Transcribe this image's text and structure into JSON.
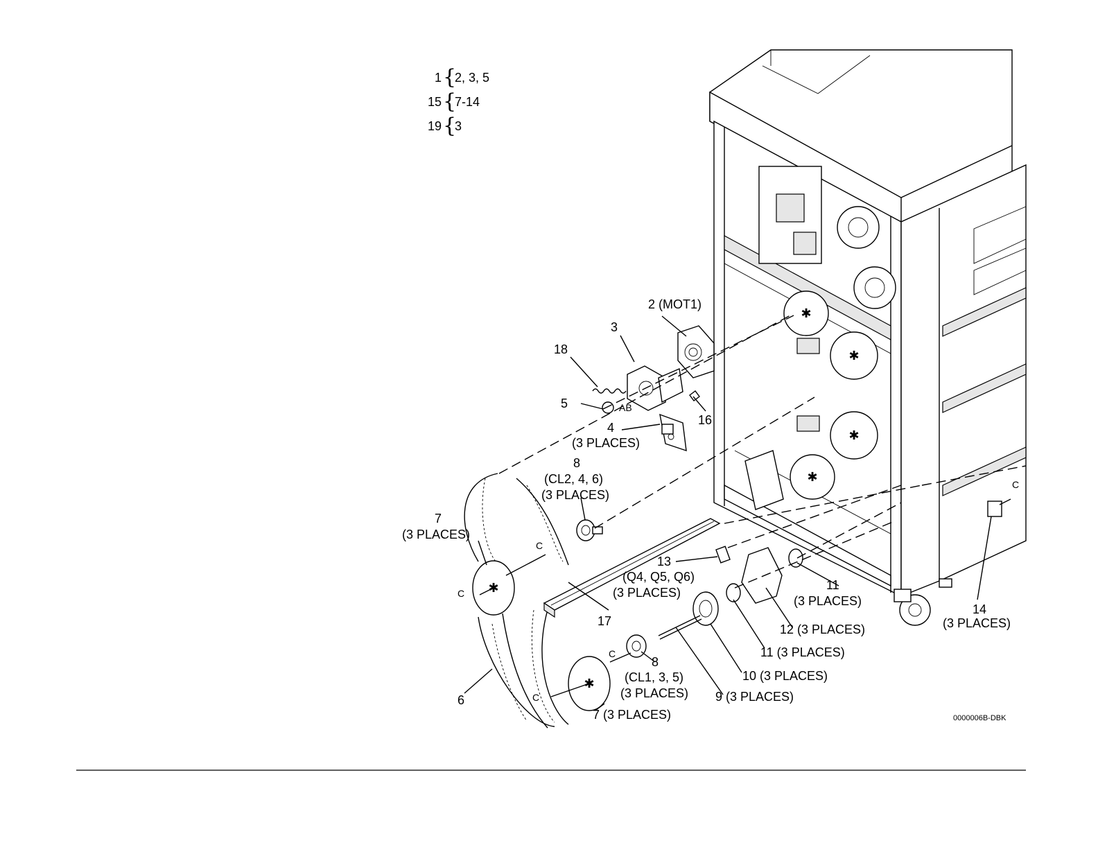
{
  "legend": [
    {
      "parent": "1",
      "children": "2, 3, 5"
    },
    {
      "parent": "15",
      "children": "7-14"
    },
    {
      "parent": "19",
      "children": "3"
    }
  ],
  "callouts": {
    "c2": "2 (MOT1)",
    "c3": "3",
    "c18": "18",
    "c5": "5",
    "cAB": "AB",
    "c16": "16",
    "c4": "4",
    "c4p": "(3 PLACES)",
    "c8a": "8",
    "c8a2": "(CL2, 4, 6)",
    "c8a3": "(3 PLACES)",
    "c7a": "7",
    "c7a2": "(3 PLACES)",
    "cC1": "C",
    "cC2": "C",
    "cC3": "C",
    "cC4": "C",
    "cC5": "C",
    "c13": "13",
    "c13b": "(Q4, Q5, Q6)",
    "c13c": "(3 PLACES)",
    "c17": "17",
    "c11a": "11",
    "c11a2": "(3 PLACES)",
    "c12": "12 (3 PLACES)",
    "c11b": "11 (3 PLACES)",
    "c10": "10 (3 PLACES)",
    "c9": "9 (3 PLACES)",
    "c8b": "8",
    "c8b2": "(CL1, 3, 5)",
    "c8b3": "(3 PLACES)",
    "c7b": "7 (3 PLACES)",
    "c6": "6",
    "c14": "14",
    "c14b": "(3 PLACES)"
  },
  "figure_id": "0000006B-DBK"
}
